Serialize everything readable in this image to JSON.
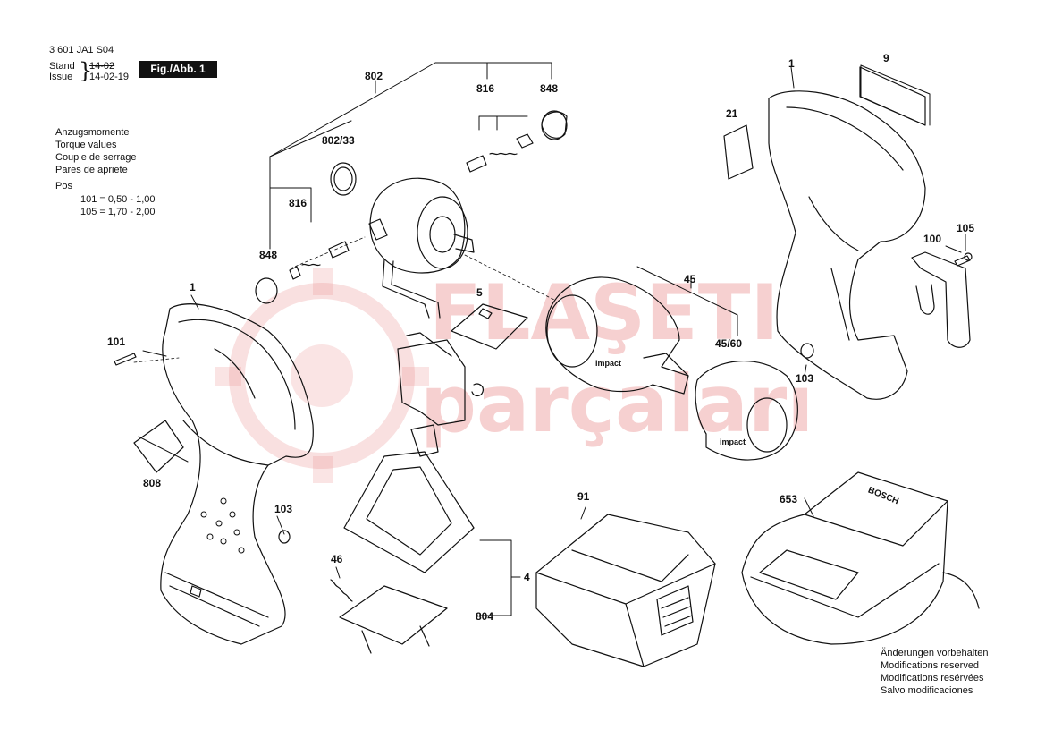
{
  "header": {
    "doc_number": "3 601 JA1 S04",
    "stand_label": "Stand",
    "issue_label": "Issue",
    "brace": "}",
    "stand_date": "14-02",
    "issue_date": "14-02-19",
    "figure_label": "Fig./Abb. 1"
  },
  "torque": {
    "heading_lines": [
      "Anzugsmomente",
      "Torque values",
      "Couple de serrage",
      "Pares de apriete"
    ],
    "pos_label": "Pos",
    "rows": [
      "101 =  0,50 - 1,00",
      "105 =  1,70 - 2,00"
    ]
  },
  "parts": {
    "p802": "802",
    "p816_top": "816",
    "p848_top": "848",
    "p802_33": "802/33",
    "p816_left": "816",
    "p848_left": "848",
    "p1_left": "1",
    "p101": "101",
    "p808": "808",
    "p103_left": "103",
    "p5": "5",
    "p46": "46",
    "p4": "4",
    "p804": "804",
    "p91": "91",
    "p45": "45",
    "p45_60": "45/60",
    "p1_right": "1",
    "p9": "9",
    "p21": "21",
    "p105": "105",
    "p100": "100",
    "p103_right": "103",
    "p653": "653"
  },
  "notes": {
    "lines": [
      "Änderungen vorbehalten",
      "Modifications reserved",
      "Modifications resérvées",
      "Salvo modificaciones"
    ]
  },
  "watermark": {
    "line1": "FLAŞETI",
    "line2": "parçaları"
  },
  "branding": {
    "impact_text": "impact",
    "charger_brand": "BOSCH"
  },
  "colors": {
    "ink": "#111111",
    "watermark": "#e07a7a"
  }
}
